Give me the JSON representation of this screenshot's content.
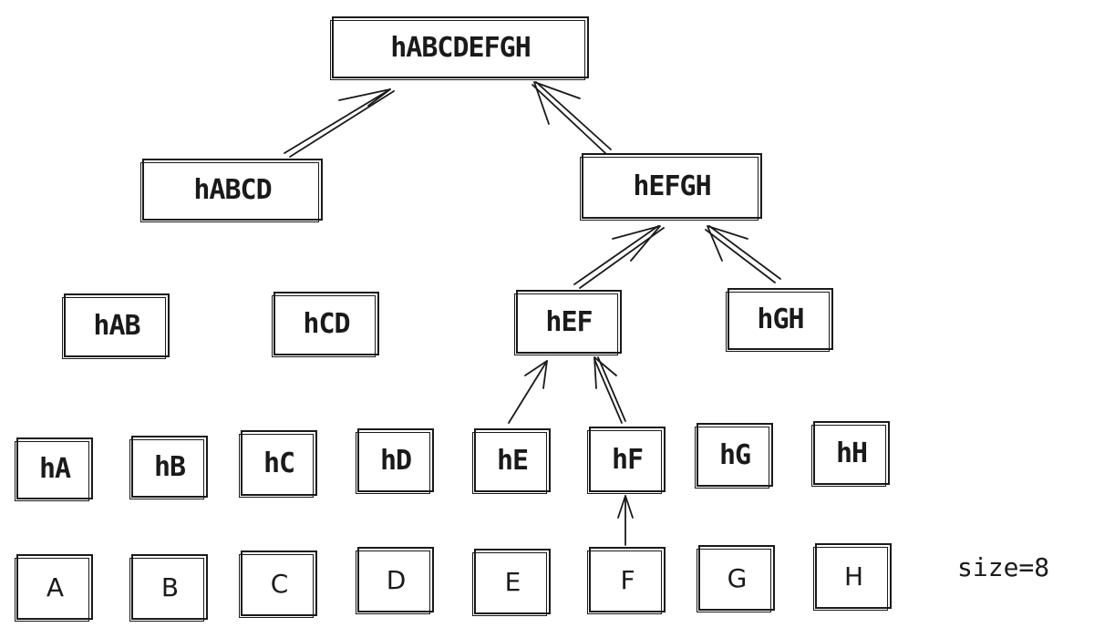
{
  "tree": {
    "root": "hABCDEFGH",
    "level1": [
      "hABCD",
      "hEFGH"
    ],
    "level2": [
      "hAB",
      "hCD",
      "hEF",
      "hGH"
    ],
    "level3": [
      "hA",
      "hB",
      "hC",
      "hD",
      "hE",
      "hF",
      "hG",
      "hH"
    ],
    "leaves": [
      "A",
      "B",
      "C",
      "D",
      "E",
      "F",
      "G",
      "H"
    ]
  },
  "size_label": "size=8"
}
